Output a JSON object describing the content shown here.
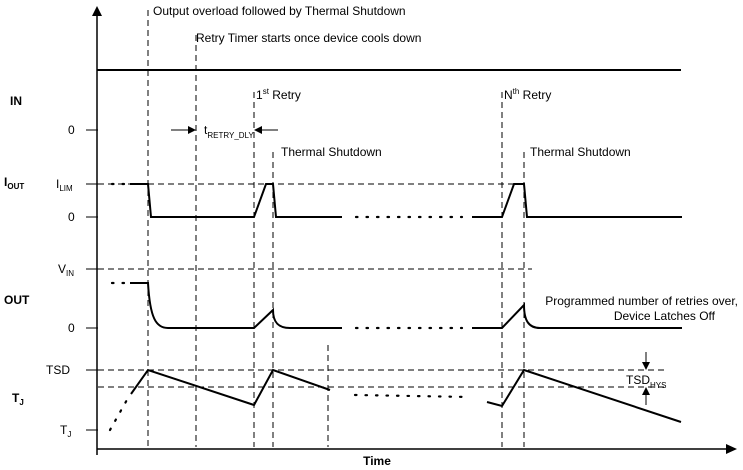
{
  "diagram": {
    "annotations": {
      "overload": "Output overload followed by Thermal Shutdown",
      "retry_timer": "Retry Timer starts once device cools down",
      "first_retry_sup": "st",
      "first_retry_prefix": "1",
      "first_retry_rest": " Retry",
      "nth_retry_prefix": "N",
      "nth_retry_sup": "th",
      "nth_retry_rest": " Retry",
      "retry_dly_main": "t",
      "retry_dly_sub": "RETRY_DLY",
      "thermal_shutdown_1": "Thermal Shutdown",
      "thermal_shutdown_2": "Thermal Shutdown",
      "latch_line1": "Programmed number of retries over,",
      "latch_line2": "Device Latches Off",
      "tsd_hys_main": "TSD",
      "tsd_hys_sub": "HYS"
    },
    "signals": {
      "in_label": "IN",
      "in_zero": "0",
      "iout_main": "I",
      "iout_sub": "OUT",
      "ilim_main": "I",
      "ilim_sub": "LIM",
      "iout_zero": "0",
      "vin_main": "V",
      "vin_sub": "IN",
      "out_label": "OUT",
      "out_zero": "0",
      "tsd": "TSD",
      "tj_main": "T",
      "tj_sub": "J",
      "tj_level_main": "T",
      "tj_level_sub": "J"
    },
    "x_axis_label": "Time"
  }
}
